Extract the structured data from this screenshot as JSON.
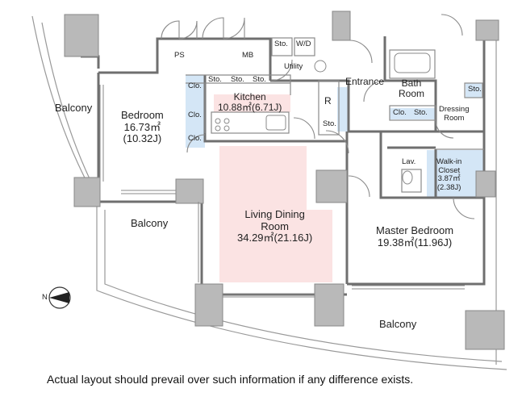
{
  "rooms": {
    "living": {
      "name_line1": "Living Dining",
      "name_line2": "Room",
      "area": "34.29㎡(21.16J)"
    },
    "master": {
      "name": "Master Bedroom",
      "area": "19.38㎡(11.96J)"
    },
    "bedroom": {
      "name": "Bedroom",
      "area": "16.73㎡",
      "jo": "(10.32J)"
    },
    "kitchen": {
      "name": "Kitchen",
      "area": "10.88㎡(6.71J)"
    },
    "walkin": {
      "line1": "Walk-in",
      "line2": "Closet",
      "area": "3.87㎡",
      "jo": "(2.38J)"
    },
    "bath": {
      "line1": "Bath",
      "line2": "Room"
    },
    "dressing": {
      "line1": "Dressing",
      "line2": "Room"
    },
    "entrance": "Entrance",
    "utility": "Utility",
    "lav": "Lav.",
    "ps": "PS",
    "mb": "MB",
    "wd": "W/D",
    "r": "R"
  },
  "balconies": {
    "left": "Balcony",
    "middle": "Balcony",
    "bottom": "Balcony"
  },
  "storage": {
    "sto": "Sto.",
    "clo": "Clo."
  },
  "compass": {
    "letter": "N"
  },
  "disclaimer": "Actual layout should prevail over such information if any difference exists.",
  "colors": {
    "wall": "#6f6f6f",
    "pillar": "#b9b9b9",
    "living_tint": "#fbe3e3",
    "closet_tint": "#d4e6f6"
  }
}
